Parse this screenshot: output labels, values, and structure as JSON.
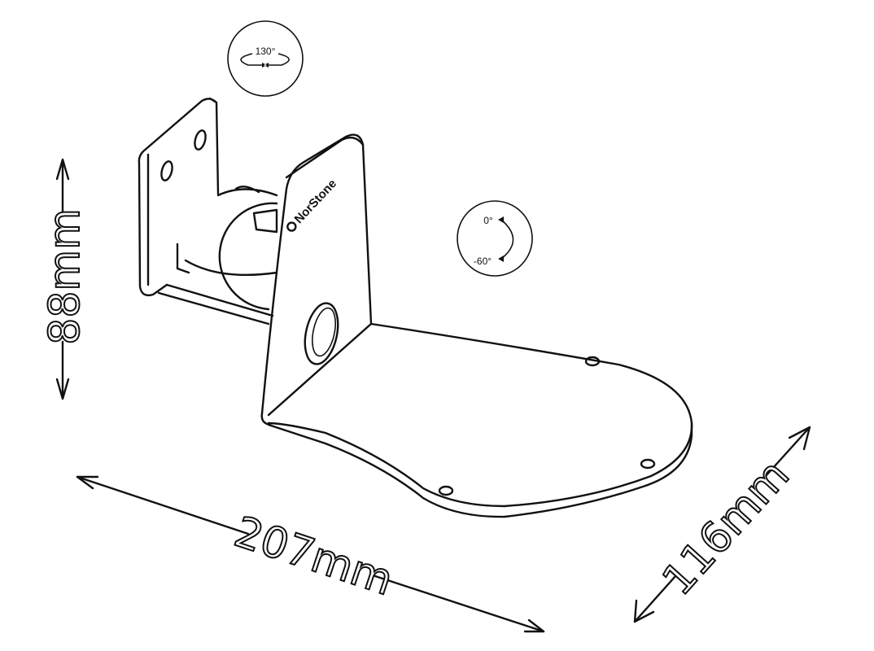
{
  "product": {
    "logo_text": "NorStone"
  },
  "dimensions": {
    "height": "88mm",
    "width": "207mm",
    "depth": "116mm"
  },
  "rotation_badges": {
    "swivel": "130°",
    "tilt_top": "0°",
    "tilt_bottom": "-60°"
  }
}
